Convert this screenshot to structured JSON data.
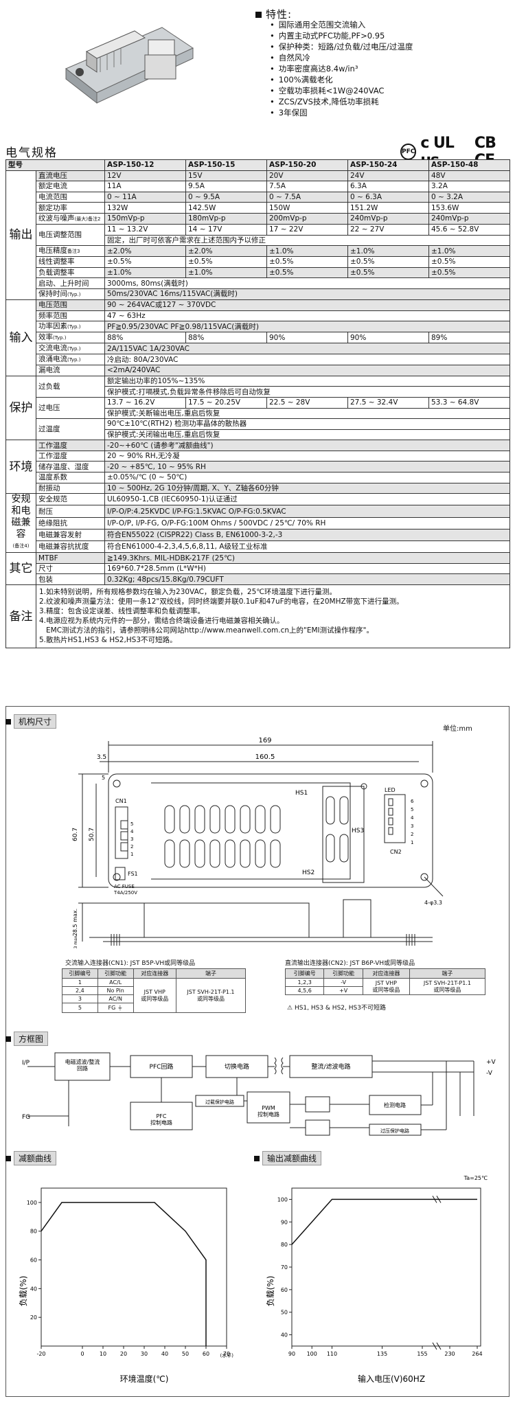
{
  "features": {
    "heading": "特性:",
    "items": [
      "国际通用全范围交流输入",
      "内置主动式PFC功能,PF>0.95",
      "保护种类：短路/过负载/过电压/过温度",
      "自然风冷",
      "功率密度高达8.4w/in³",
      "100%满载老化",
      "空载功率损耗<1W@240VAC",
      "ZCS/ZVS技术,降低功率损耗",
      "3年保固"
    ]
  },
  "spec": {
    "title": "电气规格",
    "cert": {
      "pfc": "PFC",
      "ul": "c UL us",
      "ce": "CB CE"
    },
    "model_label": "型号",
    "models": [
      "ASP-150-12",
      "ASP-150-15",
      "ASP-150-20",
      "ASP-150-24",
      "ASP-150-48"
    ],
    "groups": {
      "output": "输出",
      "input": "输入",
      "protection": "保护",
      "env": "环境",
      "safety": "安规和电磁兼容",
      "safety_note": "(备注4)",
      "others": "其它",
      "notes": "备注"
    },
    "output": [
      {
        "label": "直流电压",
        "vals": [
          "12V",
          "15V",
          "20V",
          "24V",
          "48V"
        ]
      },
      {
        "label": "额定电流",
        "vals": [
          "11A",
          "9.5A",
          "7.5A",
          "6.3A",
          "3.2A"
        ]
      },
      {
        "label": "电流范围",
        "vals": [
          "0 ~ 11A",
          "0 ~ 9.5A",
          "0 ~ 7.5A",
          "0 ~ 6.3A",
          "0 ~ 3.2A"
        ]
      },
      {
        "label": "额定功率",
        "vals": [
          "132W",
          "142.5W",
          "150W",
          "151.2W",
          "153.6W"
        ]
      },
      {
        "label": "纹波与噪声",
        "sub": "(最大)备注2",
        "vals": [
          "150mVp-p",
          "180mVp-p",
          "200mVp-p",
          "240mVp-p",
          "240mVp-p"
        ]
      },
      {
        "label": "电压调整范围",
        "vals": [
          "11 ~ 13.2V",
          "14 ~ 17V",
          "17 ~ 22V",
          "22 ~ 27V",
          "45.6 ~ 52.8V"
        ],
        "extra": "固定，出厂时可依客户需求在上述范围内予以修正"
      },
      {
        "label": "电压精度",
        "sub": "备注3",
        "vals": [
          "±2.0%",
          "±2.0%",
          "±1.0%",
          "±1.0%",
          "±1.0%"
        ]
      },
      {
        "label": "线性调整率",
        "vals": [
          "±0.5%",
          "±0.5%",
          "±0.5%",
          "±0.5%",
          "±0.5%"
        ]
      },
      {
        "label": "负载调整率",
        "vals": [
          "±1.0%",
          "±1.0%",
          "±0.5%",
          "±0.5%",
          "±0.5%"
        ]
      },
      {
        "label": "启动、上升时间",
        "span": "3000ms, 80ms(满载时)"
      },
      {
        "label": "保持时间",
        "sub": "(Typ.)",
        "span": "50ms/230VAC        16ms/115VAC(满载时)"
      }
    ],
    "input": [
      {
        "label": "电压范围",
        "span": "90 ~ 264VAC或127 ~ 370VDC"
      },
      {
        "label": "频率范围",
        "span": "47 ~ 63Hz"
      },
      {
        "label": "功率因素",
        "sub": "(Typ.)",
        "span": "PF≧0.95/230VAC        PF≧0.98/115VAC(满载时)"
      },
      {
        "label": "效率",
        "sub": "(Typ.)",
        "vals": [
          "88%",
          "88%",
          "90%",
          "90%",
          "89%"
        ]
      },
      {
        "label": "交流电流",
        "sub": "(Typ.)",
        "span": "2A/115VAC        1A/230VAC"
      },
      {
        "label": "浪涌电流",
        "sub": "(Typ.)",
        "span": "冷启动: 80A/230VAC"
      },
      {
        "label": "漏电流",
        "span": "<2mA/240VAC"
      }
    ],
    "protection": {
      "overload": {
        "label": "过负载",
        "line1": "额定输出功率的105%~135%",
        "line2": "保护模式:打嗝模式,负载异常条件移除后可自动恢复"
      },
      "overvoltage": {
        "label": "过电压",
        "vals": [
          "13.7 ~ 16.2V",
          "17.5 ~ 20.25V",
          "22.5 ~ 28V",
          "27.5 ~ 32.4V",
          "53.3 ~ 64.8V"
        ],
        "line2": "保护模式:关断输出电压,重启后恢复"
      },
      "overtemp": {
        "label": "过温度",
        "line1": "90℃±10℃(RTH2) 检测功率晶体的散热器",
        "line2": "保护模式:关闭输出电压,重启后恢复"
      }
    },
    "env": [
      {
        "label": "工作温度",
        "span": "-20~+60℃ (请参考\"减额曲线\")"
      },
      {
        "label": "工作湿度",
        "span": "20 ~ 90% RH,无冷凝"
      },
      {
        "label": "储存温度、湿度",
        "span": "-20 ~ +85℃, 10 ~ 95% RH"
      },
      {
        "label": "温度系数",
        "span": "±0.05%/℃ (0 ~ 50℃)"
      },
      {
        "label": "耐振动",
        "span": "10 ~ 500Hz, 2G 10分钟/周期, X、Y、Z轴各60分钟"
      }
    ],
    "safety": [
      {
        "label": "安全规范",
        "span": "UL60950-1,CB (IEC60950-1)认证通过"
      },
      {
        "label": "耐压",
        "span": "I/P-O/P:4.25KVDC     I/P-FG:1.5KVAC     O/P-FG:0.5KVAC"
      },
      {
        "label": "绝缘阻抗",
        "span": "I/P-O/P, I/P-FG, O/P-FG:100M Ohms / 500VDC / 25℃/ 70% RH"
      },
      {
        "label": "电磁兼容发射",
        "span": "符合EN55022 (CISPR22) Class B, EN61000-3-2,-3"
      },
      {
        "label": "电磁兼容抗扰度",
        "span": "符合EN61000-4-2,3,4,5,6,8,11, A级轻工业标准"
      }
    ],
    "others": [
      {
        "label": "MTBF",
        "span": "≧149.3Khrs.     MIL-HDBK-217F (25℃)"
      },
      {
        "label": "尺寸",
        "span": "169*60.7*28.5mm (L*W*H)"
      },
      {
        "label": "包装",
        "span": "0.32Kg; 48pcs/15.8Kg/0.79CUFT"
      }
    ],
    "notes": [
      "1.如未特别说明，所有规格参数均在输入为230VAC，额定负载，25℃环境温度下进行量测。",
      "2.纹波和噪声测量方法：使用一条12\"双绞线，同时终端要并联0.1uF和47uF的电容，在20MHZ带宽下进行量测。",
      "3.精度：包含设定误差、线性调整率和负载调整率。",
      "4.电源应视为系统内元件的一部分，需结合终端设备进行电磁兼容相关确认。",
      "   EMC测试方法的指引，请参照明纬公司网站http://www.meanwell.com.cn上的\"EMI测试操作程序\"。",
      "5.散热片HS1,HS3 & HS2,HS3不可短路。"
    ]
  },
  "mech": {
    "title": "机构尺寸",
    "unit": "单位:mm",
    "dims": {
      "L": "169",
      "L2": "160.5",
      "edge": "3.5",
      "W": "60.7",
      "W2": "50.7",
      "top": "5",
      "H": "28.5 max.",
      "base": "3 max.",
      "hole": "4-φ3.3"
    },
    "labels": {
      "cn1": "CN1",
      "fs1": "FS1",
      "fuse": "AC FUSE",
      "fuse2": "T4A/250V",
      "hs1": "HS1",
      "hs2": "HS2",
      "hs3": "HS3",
      "led": "LED",
      "cn2": "CN2"
    },
    "cn1_pins": [
      "5",
      "4",
      "3",
      "2",
      "1"
    ],
    "cn2_pins": [
      "6",
      "5",
      "4",
      "3",
      "2",
      "1"
    ],
    "cn1": {
      "title": "交流输入连接器(CN1): JST B5P-VH或同等级品",
      "head": [
        "引脚编号",
        "引脚功能",
        "对应连接器",
        "端子"
      ],
      "rows": [
        [
          "1",
          "AC/L"
        ],
        [
          "2,4",
          "No Pin"
        ],
        [
          "3",
          "AC/N"
        ],
        [
          "5",
          "FG ⏚"
        ]
      ],
      "mating": "JST VHP\n或同等级品",
      "terminal": "JST SVH-21T-P1.1\n或同等级品"
    },
    "cn2": {
      "title": "直流输出连接器(CN2): JST B6P-VH或同等级品",
      "head": [
        "引脚编号",
        "引脚功能",
        "对应连接器",
        "端子"
      ],
      "rows": [
        [
          "1,2,3",
          "-V"
        ],
        [
          "4,5,6",
          "+V"
        ]
      ],
      "mating": "JST VHP\n或同等级品",
      "terminal": "JST SVH-21T-P1.1\n或同等级品",
      "warning": "HS1, HS3 & HS2, HS3不可短路"
    }
  },
  "block": {
    "title": "方框图",
    "ip": "I/P",
    "fg": "FG",
    "emi": "电磁滤波/整流\n回路",
    "pfc": "PFC回路",
    "sw": "切换电路",
    "rect": "整流/滤波电路",
    "pfc_ctrl": "PFC\n控制电路",
    "pwm": "PWM\n控制电路",
    "ocp": "过载保护电路",
    "det": "检测电路",
    "ovp": "过压保护电路",
    "vp": "+V",
    "vn": "-V"
  },
  "derating": {
    "title": "减额曲线",
    "ylabel": "负载(%)",
    "xlabel": "环境温度(℃)",
    "xunit": "(水平)",
    "xticks": [
      "-20",
      "0",
      "10",
      "20",
      "30",
      "40",
      "50",
      "60",
      "70"
    ],
    "yticks": [
      "20",
      "40",
      "60",
      "80",
      "100"
    ],
    "points": [
      [
        -20,
        80
      ],
      [
        -10,
        100
      ],
      [
        35,
        100
      ],
      [
        50,
        80
      ],
      [
        60,
        60
      ],
      [
        60,
        0
      ]
    ]
  },
  "output_derating": {
    "title": "输出减额曲线",
    "ta": "Ta=25℃",
    "ylabel": "负载(%)",
    "xlabel": "输入电压(V)60HZ",
    "xticks": [
      "90",
      "100",
      "110",
      "135",
      "155",
      "230",
      "264"
    ],
    "yticks": [
      "40",
      "50",
      "60",
      "70",
      "80",
      "90",
      "100"
    ],
    "points": [
      [
        90,
        80
      ],
      [
        110,
        100
      ],
      [
        264,
        100
      ]
    ]
  }
}
